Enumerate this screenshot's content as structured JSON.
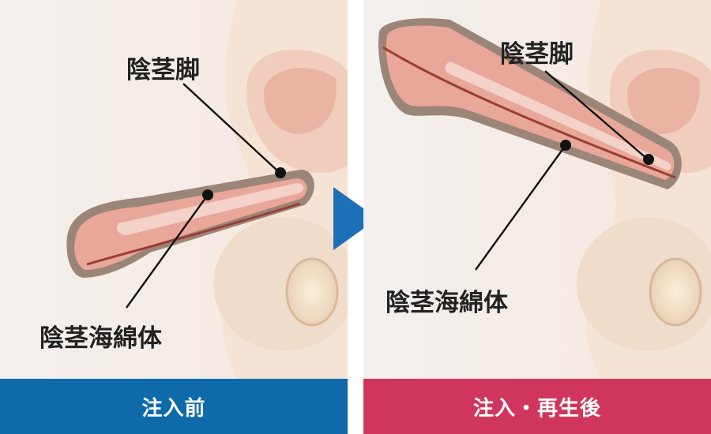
{
  "before": {
    "label_crus": "陰茎脚",
    "label_cavernosum": "陰茎海綿体",
    "footer": "注入前"
  },
  "after": {
    "label_crus": "陰茎脚",
    "label_cavernosum": "陰茎海綿体",
    "footer": "注入・再生後"
  },
  "colors": {
    "before_footer": "#0e6aa8",
    "after_footer": "#d0365d",
    "arrow": "#1d6fb8",
    "background_body": "#f4e5d9",
    "tissue": "#e9a799",
    "leader_line": "#111111"
  }
}
